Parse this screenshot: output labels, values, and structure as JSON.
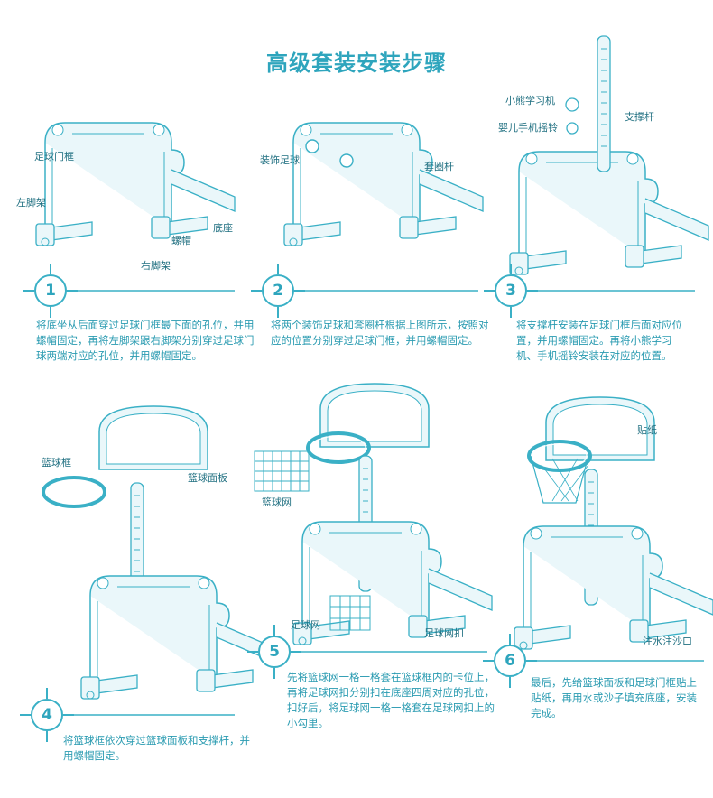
{
  "title": "高级套装安装步骤",
  "colors": {
    "accent": "#2ea5bd",
    "line": "#3ab0c6",
    "fill": "#eaf7fa"
  },
  "steps": [
    {
      "number": "1",
      "description": "将底坐从后面穿过足球门框最下面的孔位，并用螺帽固定，再将左脚架跟右脚架分别穿过足球门球两端对应的孔位，并用螺帽固定。",
      "labels": [
        "足球门框",
        "左脚架",
        "底座",
        "螺帽",
        "右脚架"
      ]
    },
    {
      "number": "2",
      "description": "将两个装饰足球和套圈杆根据上图所示，按照对应的位置分别穿过足球门框，并用螺帽固定。",
      "labels": [
        "装饰足球",
        "套圈杆"
      ]
    },
    {
      "number": "3",
      "description": "将支撑杆安装在足球门框后面对应位置，并用螺帽固定。再将小熊学习机、手机摇铃安装在对应的位置。",
      "labels": [
        "小熊学习机",
        "婴儿手机摇铃",
        "支撑杆"
      ]
    },
    {
      "number": "4",
      "description": "将篮球框依次穿过篮球面板和支撑杆，并用螺帽固定。",
      "labels": [
        "篮球框",
        "篮球面板"
      ]
    },
    {
      "number": "5",
      "description": "先将篮球网一格一格套在篮球框内的卡位上，再将足球网扣分别扣在底座四周对应的孔位，扣好后，将足球网一格一格套在足球网扣上的小勾里。",
      "labels": [
        "篮球网",
        "足球网",
        "足球网扣"
      ]
    },
    {
      "number": "6",
      "description": "最后，先给篮球面板和足球门框贴上贴纸，再用水或沙子填充底座，安装完成。",
      "labels": [
        "贴纸",
        "注水注沙口"
      ]
    }
  ]
}
